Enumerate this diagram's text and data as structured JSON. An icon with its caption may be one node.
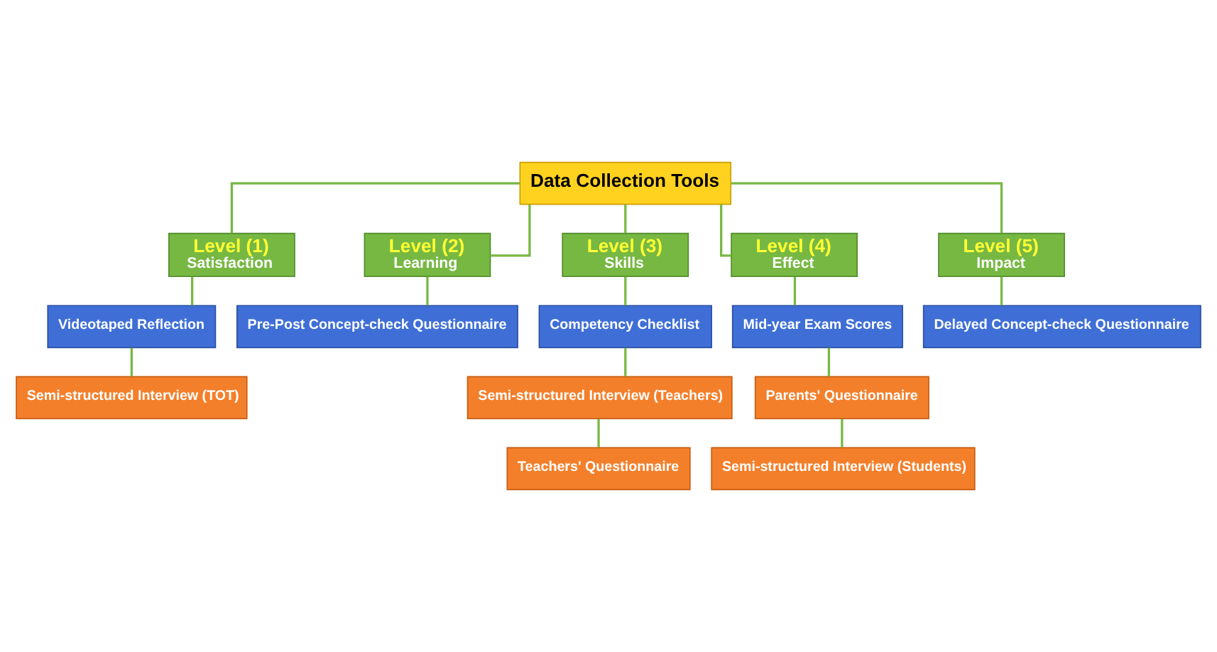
{
  "diagram": {
    "nodes": [
      {
        "text": [
          "Data Collection Tools"
        ]
      },
      {
        "text": [
          "Level (1)",
          "Satisfaction"
        ]
      },
      {
        "text": [
          "Level (2)",
          "Learning"
        ]
      },
      {
        "text": [
          "Level (3)",
          "Skills"
        ]
      },
      {
        "text": [
          "Level (4)",
          "Effect"
        ]
      },
      {
        "text": [
          "Level (5)",
          "Impact"
        ]
      },
      {
        "text": [
          "Videotaped Reflection"
        ]
      },
      {
        "text": [
          "Semi-structured Interview (TOT)"
        ]
      },
      {
        "text": [
          "Pre-Post Concept-check Questionnaire"
        ]
      },
      {
        "text": [
          "Competency Checklist"
        ]
      },
      {
        "text": [
          "Semi-structured Interview (Teachers)"
        ]
      },
      {
        "text": [
          "Teachers' Questionnaire"
        ]
      },
      {
        "text": [
          "Mid-year Exam Scores"
        ]
      },
      {
        "text": [
          "Parents' Questionnaire"
        ]
      },
      {
        "text": [
          "Semi-structured Interview (Students)"
        ]
      },
      {
        "text": [
          "Delayed Concept-check Questionnaire"
        ]
      }
    ],
    "edges": [
      {
        "from": 0,
        "to": 1,
        "arrow": "none"
      },
      {
        "from": 0,
        "to": 2,
        "arrow": "none"
      },
      {
        "from": 0,
        "to": 3,
        "arrow": "none"
      },
      {
        "from": 0,
        "to": 4,
        "arrow": "none"
      },
      {
        "from": 0,
        "to": 5,
        "arrow": "none"
      },
      {
        "from": 1,
        "to": 6,
        "arrow": "none"
      },
      {
        "from": 6,
        "to": 7,
        "arrow": "none"
      },
      {
        "from": 2,
        "to": 8,
        "arrow": "none"
      },
      {
        "from": 3,
        "to": 9,
        "arrow": "none"
      },
      {
        "from": 9,
        "to": 10,
        "arrow": "none"
      },
      {
        "from": 10,
        "to": 11,
        "arrow": "none"
      },
      {
        "from": 4,
        "to": 12,
        "arrow": "none"
      },
      {
        "from": 12,
        "to": 13,
        "arrow": "none"
      },
      {
        "from": 13,
        "to": 14,
        "arrow": "none"
      },
      {
        "from": 5,
        "to": 15,
        "arrow": "none"
      }
    ]
  }
}
